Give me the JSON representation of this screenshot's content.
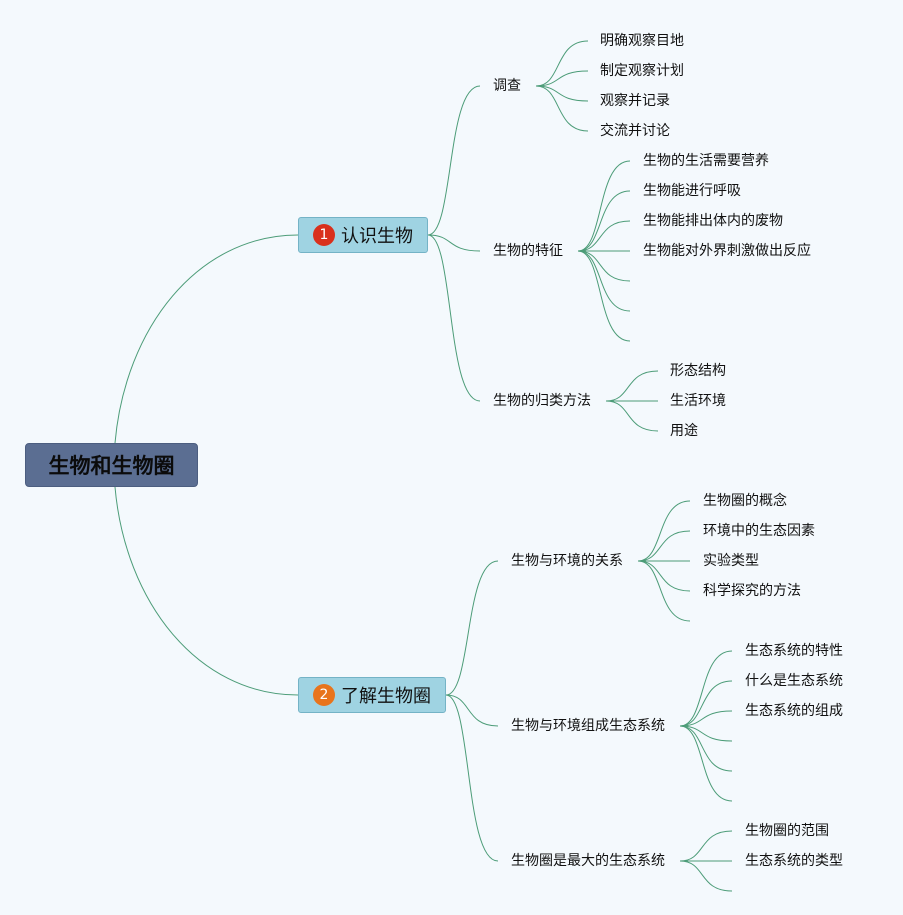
{
  "root": {
    "label": "生物和生物圈"
  },
  "topics": [
    {
      "label": "认识生物",
      "badge": "1",
      "badge_color": "#d9301c",
      "subtopics": [
        {
          "label": "调查",
          "leaves": [
            "明确观察目地",
            "制定观察计划",
            "观察并记录",
            "交流并讨论"
          ]
        },
        {
          "label": "生物的特征",
          "leaves": [
            "生物的生活需要营养",
            "生物能进行呼吸",
            "生物能排出体内的废物",
            "生物能对外界刺激做出反应",
            "",
            "",
            ""
          ]
        },
        {
          "label": "生物的归类方法",
          "leaves": [
            "形态结构",
            "生活环境",
            "用途"
          ]
        }
      ]
    },
    {
      "label": "了解生物圈",
      "badge": "2",
      "badge_color": "#e8741c",
      "subtopics": [
        {
          "label": "生物与环境的关系",
          "leaves": [
            "生物圈的概念",
            "环境中的生态因素",
            "实验类型",
            "科学探究的方法",
            ""
          ]
        },
        {
          "label": "生物与环境组成生态系统",
          "leaves": [
            "生态系统的特性",
            "什么是生态系统",
            "生态系统的组成",
            "",
            "",
            ""
          ]
        },
        {
          "label": "生物圈是最大的生态系统",
          "leaves": [
            "生物圈的范围",
            "生态系统的类型",
            ""
          ]
        }
      ]
    }
  ],
  "colors": {
    "edge": "#4c9c78",
    "topic_fill": "#9fd3e2",
    "root_fill": "#5b6e92"
  }
}
